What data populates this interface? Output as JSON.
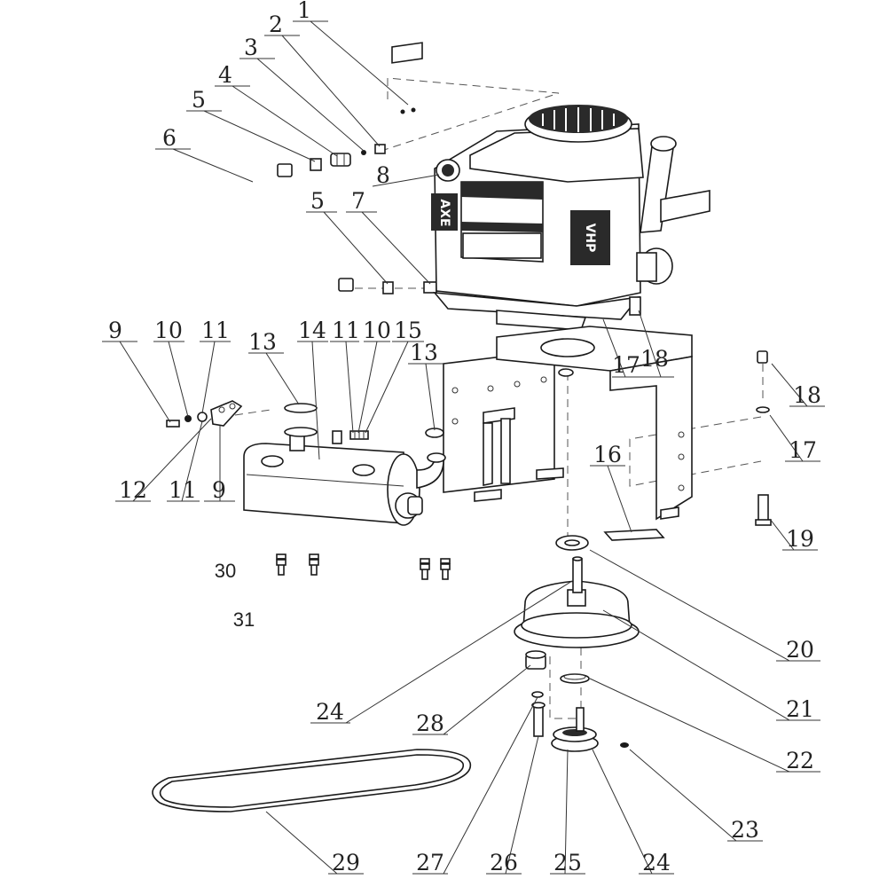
{
  "diagram": {
    "callouts": {
      "c1": "1",
      "c2": "2",
      "c3": "3",
      "c4": "4",
      "c5a": "5",
      "c5b": "5",
      "c6": "6",
      "c7": "7",
      "c8": "8",
      "c9a": "9",
      "c9b": "9",
      "c10a": "10",
      "c10b": "10",
      "c11a": "11",
      "c11b": "11",
      "c11c": "11",
      "c12": "12",
      "c13a": "13",
      "c13b": "13",
      "c14": "14",
      "c15": "15",
      "c16": "16",
      "c17a": "17",
      "c17b": "17",
      "c18a": "18",
      "c18b": "18",
      "c19": "19",
      "c20": "20",
      "c21": "21",
      "c22": "22",
      "c23": "23",
      "c24a": "24",
      "c24b": "24",
      "c25": "25",
      "c26": "26",
      "c27": "27",
      "c28": "28",
      "c29": "29",
      "c30": "30",
      "c31": "31"
    },
    "engine_logos": {
      "left": "AXE",
      "right": "VHP"
    }
  }
}
